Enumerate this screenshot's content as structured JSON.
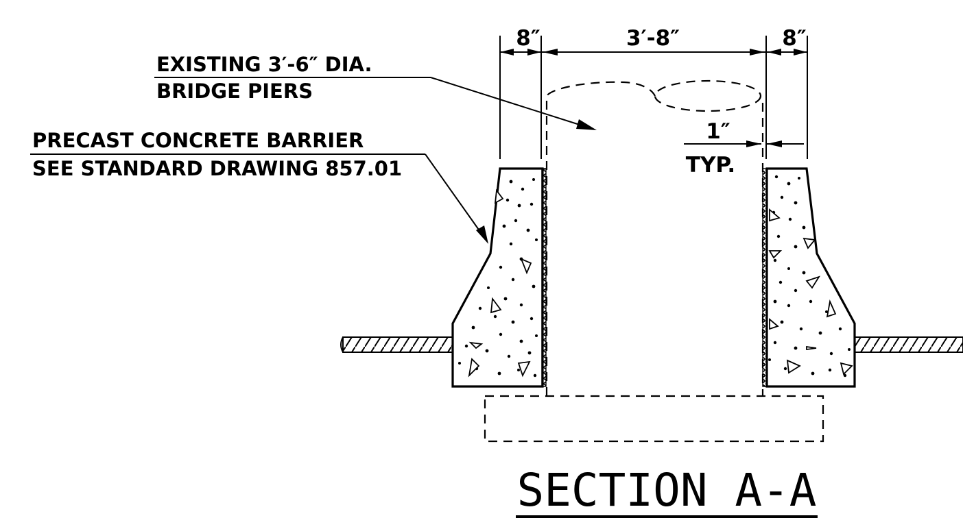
{
  "labels": {
    "pier_note_line1": "EXISTING 3′-6″ DIA.",
    "pier_note_line2": "BRIDGE PIERS",
    "barrier_note_line1": "PRECAST CONCRETE BARRIER",
    "barrier_note_line2": "SEE STANDARD DRAWING 857.01",
    "dim_left": "8″",
    "dim_center": "3′-8″",
    "dim_right": "8″",
    "dim_gap": "1″",
    "dim_gap_note": "TYP.",
    "section_title": "SECTION A-A"
  },
  "colors": {
    "ink": "#000000",
    "paper": "#ffffff"
  }
}
